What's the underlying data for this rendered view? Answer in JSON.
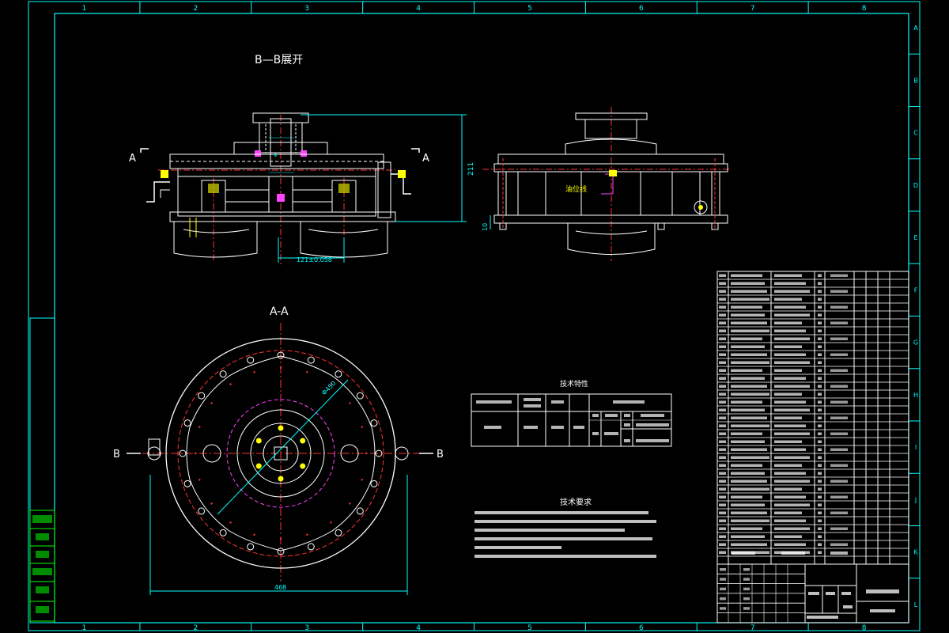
{
  "frame": {
    "columns": [
      "1",
      "2",
      "3",
      "4",
      "5",
      "6",
      "7",
      "8"
    ],
    "rows": [
      "A",
      "B",
      "C",
      "D",
      "E",
      "F",
      "G",
      "H",
      "I",
      "J",
      "K",
      "L"
    ]
  },
  "views": {
    "bb_title": "B—B展开",
    "aa_title": "A-A",
    "section_a_left": "A",
    "section_a_right": "A",
    "section_b_left": "B",
    "section_b_right": "B"
  },
  "dims": {
    "height": "211",
    "center_distance": "121±0.058",
    "width": "468",
    "side_offset": "10",
    "diameter": "Φ450"
  },
  "labels": {
    "oil_drain": "油位线"
  },
  "spec_table": {
    "title": "技术特性"
  },
  "notes": {
    "title": "技术要求"
  },
  "colors": {
    "border": "#00ffff",
    "outline": "#ffffff",
    "center_line": "#ff3333",
    "hidden_line": "#ff44ff",
    "bolt": "#ffff00",
    "parts_green": "#00ff00"
  }
}
